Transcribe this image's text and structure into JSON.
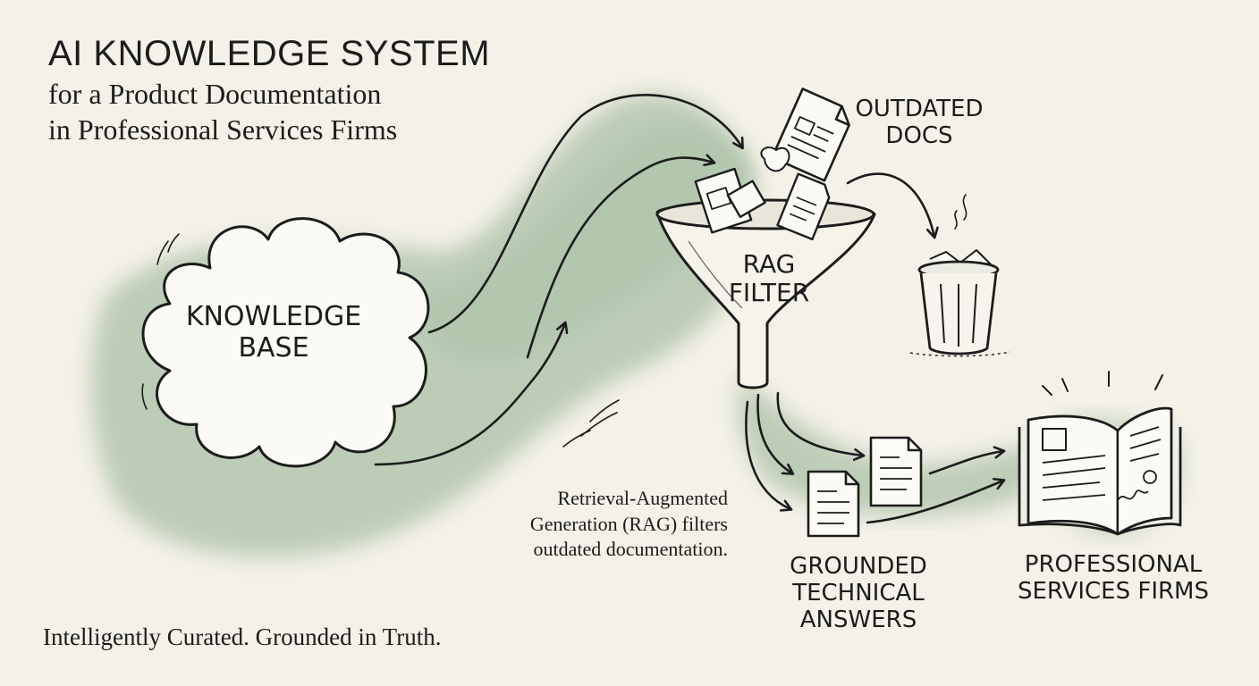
{
  "header": {
    "title": "AI KNOWLEDGE SYSTEM",
    "subtitle_line1": "for a Product Documentation",
    "subtitle_line2": "in Professional Services Firms"
  },
  "nodes": {
    "knowledge_base": {
      "line1": "KNOWLEDGE",
      "line2": "BASE"
    },
    "rag_filter": {
      "line1": "RAG",
      "line2": "FILTER"
    },
    "outdated_docs": {
      "line1": "OUTDATED",
      "line2": "DOCS"
    },
    "grounded_answers": {
      "line1": "GROUNDED",
      "line2": "TECHNICAL",
      "line3": "ANSWERS"
    },
    "firms": {
      "line1": "PROFESSIONAL",
      "line2": "SERVICES FIRMS"
    }
  },
  "note": {
    "line1": "Retrieval-Augmented",
    "line2": "Generation (RAG) filters",
    "line3": "outdated documentation."
  },
  "tagline": "Intelligently Curated. Grounded in Truth.",
  "colors": {
    "background": "#f4f1e8",
    "ink": "#1c1c1c",
    "wash": "#8fae8f",
    "paper": "#fbfaf5"
  }
}
